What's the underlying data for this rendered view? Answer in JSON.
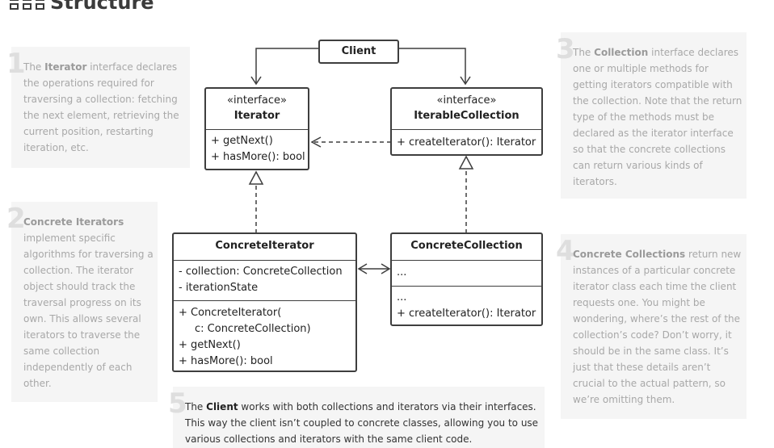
{
  "header": {
    "title": "Structure",
    "icon": "structure-icon"
  },
  "colors": {
    "stroke": "#3e3e3e",
    "note_bg": "#f5f5f5",
    "note_text": "#a8a8a8",
    "note_number": "#dedede"
  },
  "diagram": {
    "client": {
      "name": "Client"
    },
    "iterator": {
      "stereotype": "«interface»",
      "name": "Iterator",
      "methods": [
        "+ getNext()",
        "+ hasMore(): bool"
      ]
    },
    "iterable_collection": {
      "stereotype": "«interface»",
      "name": "IterableCollection",
      "methods": [
        "+ createIterator(): Iterator"
      ]
    },
    "concrete_iterator": {
      "name": "ConcreteIterator",
      "fields": [
        "- collection: ConcreteCollection",
        "- iterationState"
      ],
      "methods": [
        "+ ConcreteIterator(",
        "c: ConcreteCollection)",
        "+ getNext()",
        "+ hasMore(): bool"
      ]
    },
    "concrete_collection": {
      "name": "ConcreteCollection",
      "fields": [
        "..."
      ],
      "methods": [
        "...",
        "+ createIterator(): Iterator"
      ]
    }
  },
  "notes": [
    {
      "number": "1",
      "bold": "Iterator",
      "pre": "The ",
      "post": " interface declares the operations required for traversing a collection: fetching the next element, retrieving the current position, restarting iteration, etc."
    },
    {
      "number": "2",
      "bold": "Concrete Iterators",
      "pre": "",
      "post": " implement specific algorithms for traversing a collection. The iterator object should track the traversal progress on its own. This allows several iterators to traverse the same collection independently of each other."
    },
    {
      "number": "3",
      "bold": "Collection",
      "pre": "The ",
      "post": " interface declares one or multiple methods for getting iterators compatible with the collection. Note that the return type of the methods must be declared as the iterator interface so that the concrete collections can return various kinds of iterators."
    },
    {
      "number": "4",
      "bold": "Concrete Collections",
      "pre": "",
      "post": " return new instances of a particular concrete iterator class each time the client requests one. You might be wondering, where’s the rest of the collection’s code? Don’t worry, it should be in the same class. It’s just that these details aren’t crucial to the actual pattern, so we’re omitting them."
    },
    {
      "number": "5",
      "bold": "Client",
      "pre": "The ",
      "post": " works with both collections and iterators via their interfaces. This way the client isn’t coupled to concrete classes, allowing you to use various collections and iterators with the same client code."
    }
  ]
}
